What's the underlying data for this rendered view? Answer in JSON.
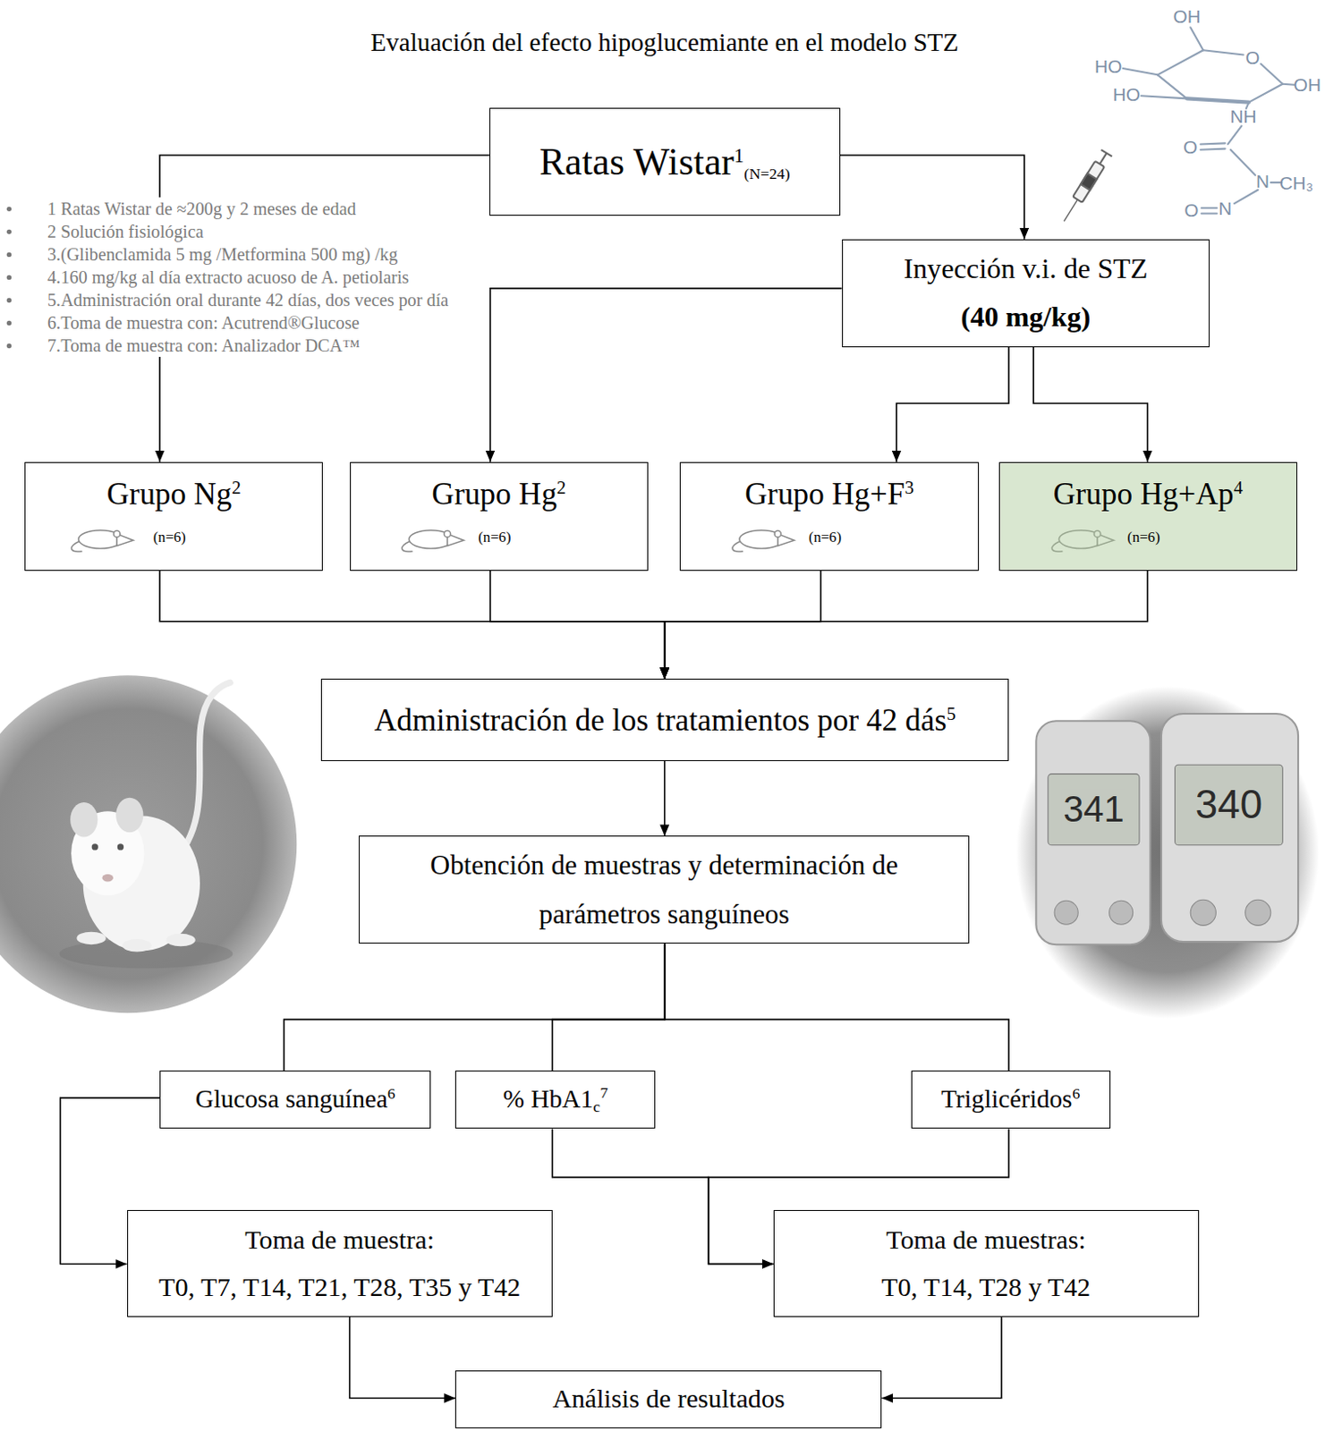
{
  "diagram": {
    "title": "Evaluación del efecto hipoglucemiante en el modelo STZ",
    "nodes": [
      {
        "text": [
          "Ratas Wistar",
          "1",
          "(N=24)"
        ]
      },
      {
        "text": [
          "Inyección v.i. de STZ",
          "(40 mg/kg)"
        ]
      },
      {
        "text": [
          "Grupo Ng",
          "2",
          "(n=6)"
        ]
      },
      {
        "text": [
          "Grupo Hg",
          "2",
          "(n=6)"
        ]
      },
      {
        "text": [
          "Grupo Hg+F",
          "3",
          "(n=6)"
        ]
      },
      {
        "text": [
          "Grupo Hg+Ap",
          "4",
          "(n=6)"
        ]
      },
      {
        "text": [
          "Administración de los tratamientos por 42 dás",
          "5"
        ]
      },
      {
        "text": [
          "Obtención de muestras y determinación de parámetros sanguíneos"
        ]
      },
      {
        "text": [
          "Glucosa sanguínea",
          "6"
        ]
      },
      {
        "text": [
          "% HbA1",
          "c",
          "7"
        ]
      },
      {
        "text": [
          "Triglicéridos",
          "6"
        ]
      },
      {
        "text": [
          "Toma de muestra:",
          "T0, T7, T14, T21, T28, T35 y T42"
        ]
      },
      {
        "text": [
          "Toma de muestras:",
          "T0, T14, T28 y T42"
        ]
      },
      {
        "text": [
          "Análisis de resultados"
        ]
      }
    ],
    "edges": [
      {
        "from": 0,
        "to": 2,
        "arrow": "to"
      },
      {
        "from": 0,
        "to": 1,
        "arrow": "to"
      },
      {
        "from": 1,
        "to": 3,
        "arrow": "to"
      },
      {
        "from": 1,
        "to": 4,
        "arrow": "to"
      },
      {
        "from": 1,
        "to": 5,
        "arrow": "to"
      },
      {
        "from": 2,
        "to": 6,
        "arrow": "to"
      },
      {
        "from": 3,
        "to": 6,
        "arrow": "to"
      },
      {
        "from": 4,
        "to": 6,
        "arrow": "to"
      },
      {
        "from": 5,
        "to": 6,
        "arrow": "to"
      },
      {
        "from": 6,
        "to": 7,
        "arrow": "to"
      },
      {
        "from": 7,
        "to": 8,
        "arrow": "none"
      },
      {
        "from": 7,
        "to": 9,
        "arrow": "none"
      },
      {
        "from": 7,
        "to": 10,
        "arrow": "none"
      },
      {
        "from": 8,
        "to": 11,
        "arrow": "to"
      },
      {
        "from": 9,
        "to": 12,
        "arrow": "to"
      },
      {
        "from": 10,
        "to": 12,
        "arrow": "to"
      },
      {
        "from": 11,
        "to": 13,
        "arrow": "to"
      },
      {
        "from": 12,
        "to": 13,
        "arrow": "to"
      }
    ],
    "labels": [
      "1 Ratas Wistar de ≈200g y 2 meses de edad",
      "2 Solución fisiológica",
      "3.(Glibenclamida 5 mg /Metformina 500 mg) /kg",
      "4.160 mg/kg al día extracto acuoso de A. petiolaris",
      "5.Administración oral durante 42 días, dos veces por día",
      "6.Toma de muestra con: Acutrend®Glucose",
      "7.Toma de muestra con: Analizador DCA™",
      "OH",
      "HO",
      "O",
      "OH",
      "HO",
      "NH",
      "O",
      "N",
      "CH₃",
      "O",
      "N",
      "341",
      "340"
    ]
  }
}
